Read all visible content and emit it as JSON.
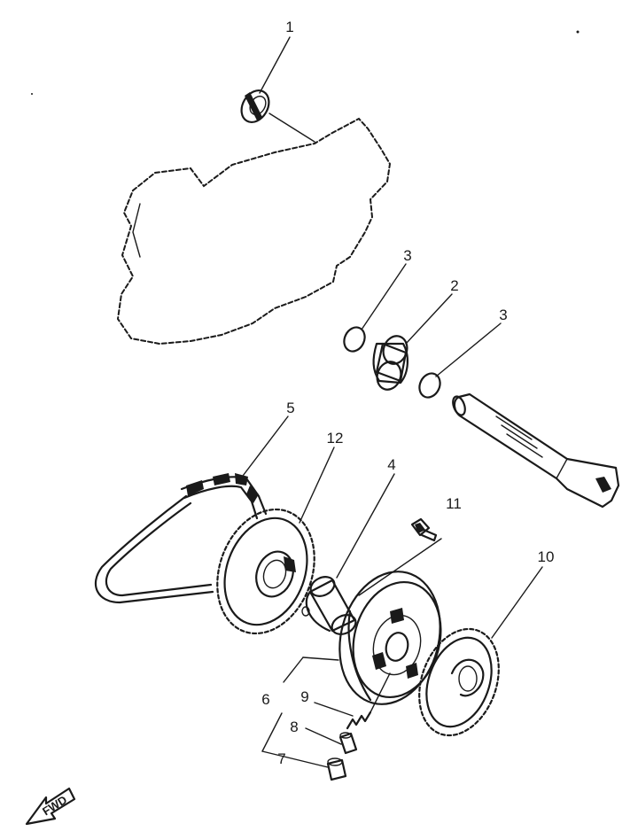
{
  "labels": {
    "p1": "1",
    "p2": "2",
    "p3a": "3",
    "p3b": "3",
    "p4": "4",
    "p5": "5",
    "p6": "6",
    "p7": "7",
    "p8": "8",
    "p9": "9",
    "p10": "10",
    "p11": "11",
    "p12": "12"
  },
  "fwd": "FWD"
}
